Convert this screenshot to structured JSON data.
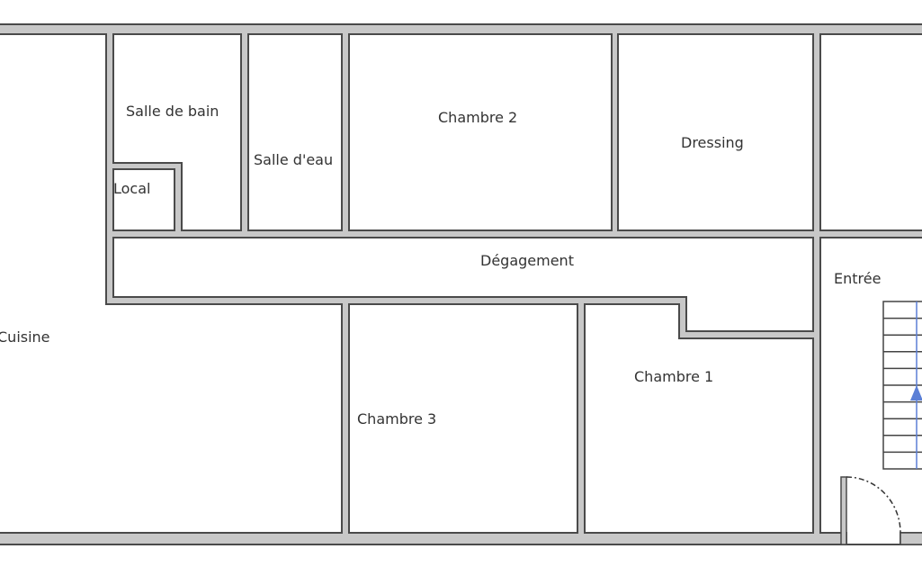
{
  "plan": {
    "rooms": {
      "cuisine": "Cuisine",
      "salle_de_bain": "Salle de bain",
      "local": "Local",
      "salle_eau": "Salle d'eau",
      "chambre2": "Chambre 2",
      "dressing": "Dressing",
      "degagement": "Dégagement",
      "entree": "Entrée",
      "chambre3": "Chambre 3",
      "chambre1": "Chambre 1"
    },
    "colors": {
      "wall_fill": "#c8c8c8",
      "wall_line": "#4a4a4a",
      "stair_arrow": "#5b7fd6"
    }
  }
}
